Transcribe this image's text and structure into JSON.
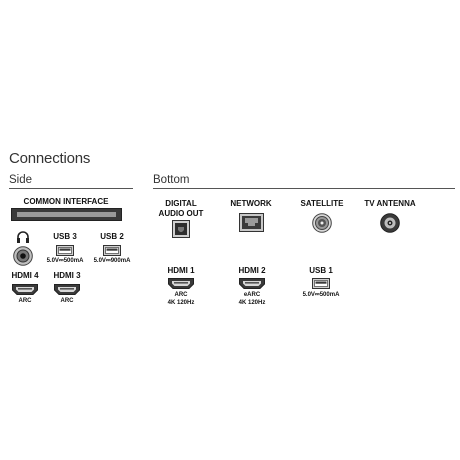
{
  "title": "Connections",
  "side": {
    "heading": "Side",
    "common_interface": "COMMON INTERFACE",
    "usb3": {
      "label": "USB 3",
      "spec": "5.0V⎓500mA"
    },
    "usb2": {
      "label": "USB 2",
      "spec": "5.0V⎓900mA"
    },
    "hdmi4": {
      "label": "HDMI 4",
      "sub": "ARC"
    },
    "hdmi3": {
      "label": "HDMI 3",
      "sub": "ARC"
    },
    "headphone_icon": "headphone-icon"
  },
  "bottom": {
    "heading": "Bottom",
    "digital_audio": {
      "line1": "DIGITAL",
      "line2": "AUDIO OUT"
    },
    "network": "NETWORK",
    "satellite": "SATELLITE",
    "tv_antenna": "TV ANTENNA",
    "hdmi1": {
      "label": "HDMI 1",
      "sub1": "ARC",
      "sub2": "4K 120Hz"
    },
    "hdmi2": {
      "label": "HDMI 2",
      "sub1": "eARC",
      "sub2": "4K 120Hz"
    },
    "usb1": {
      "label": "USB 1",
      "spec": "5.0V⎓500mA"
    }
  },
  "colors": {
    "port_dark": "#3a3a3a",
    "port_mid": "#8a8a8a",
    "port_light": "#d0d0d0",
    "rule": "#555555"
  }
}
